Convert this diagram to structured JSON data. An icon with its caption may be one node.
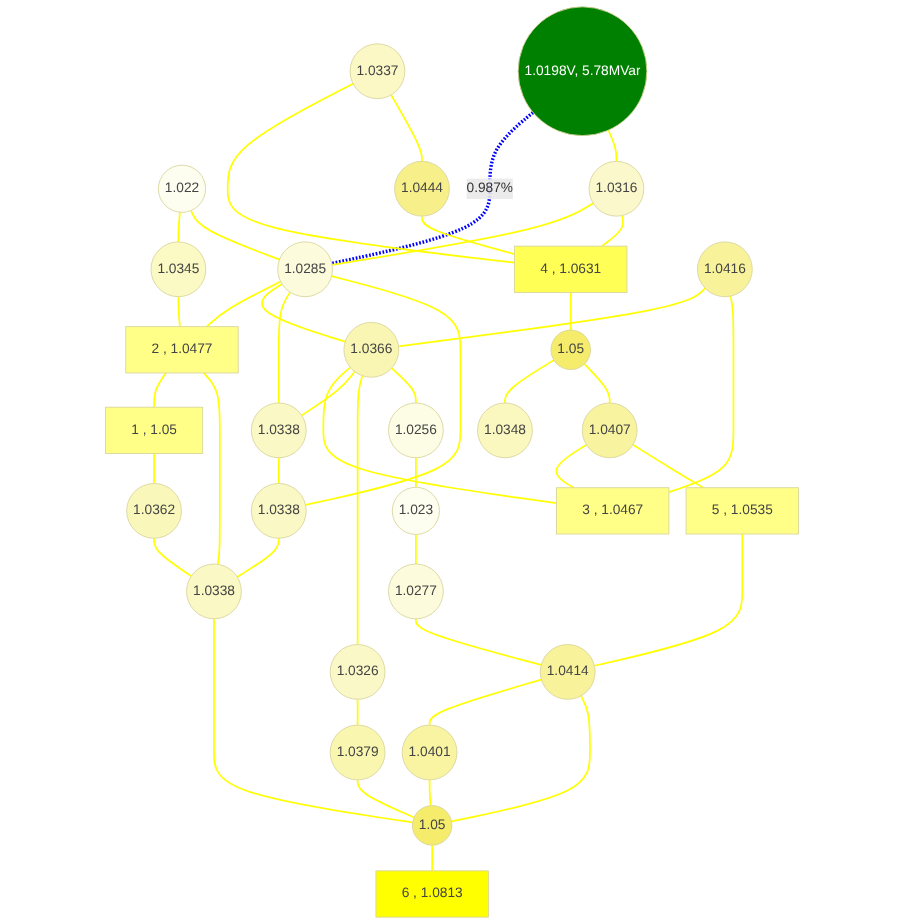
{
  "diagram": {
    "nodes": [
      {
        "text": [
          "1.022"
        ]
      },
      {
        "text": [
          "1.0345"
        ]
      },
      {
        "text": [
          "2 , 1.0477"
        ]
      },
      {
        "text": [
          "1.0198V, 5.78MVar"
        ]
      },
      {
        "text": [
          "1.0285"
        ]
      },
      {
        "text": [
          "1 , 1.05"
        ]
      },
      {
        "text": [
          "1.0316"
        ]
      },
      {
        "text": [
          "1.0362"
        ]
      },
      {
        "text": [
          "1.0337"
        ]
      },
      {
        "text": [
          "4 , 1.0631"
        ]
      },
      {
        "text": [
          "1.0416"
        ]
      },
      {
        "text": [
          "1.0366"
        ]
      },
      {
        "text": [
          "1.0338"
        ]
      },
      {
        "text": [
          "1.0338"
        ]
      },
      {
        "text": [
          "1.0444"
        ]
      },
      {
        "text": [
          "1.0338"
        ]
      },
      {
        "text": [
          "1.05"
        ]
      },
      {
        "text": [
          "1.0326"
        ]
      },
      {
        "text": [
          "3 , 1.0467"
        ]
      },
      {
        "text": [
          "1.0256"
        ]
      },
      {
        "text": [
          "1.0348"
        ]
      },
      {
        "text": [
          "1.0407"
        ]
      },
      {
        "text": [
          "1.0379"
        ]
      },
      {
        "text": [
          "1.023"
        ]
      },
      {
        "text": [
          "1.0277"
        ]
      },
      {
        "text": [
          "1.0401"
        ]
      },
      {
        "text": [
          "6 , 1.0813"
        ]
      },
      {
        "text": [
          "5 , 1.0535"
        ]
      },
      {
        "text": [
          "1.0414"
        ]
      },
      {
        "text": [
          "1.05"
        ]
      }
    ],
    "edges": [
      {
        "from": 0,
        "to": 1,
        "arrow": "none"
      },
      {
        "from": 1,
        "to": 2,
        "arrow": "none"
      },
      {
        "from": 0,
        "to": 4,
        "arrow": "none"
      },
      {
        "from": 3,
        "to": 4,
        "arrow": "none",
        "label": "0.987%",
        "style": "dashed",
        "color": "#0000ff"
      },
      {
        "from": 4,
        "to": 2,
        "arrow": "none"
      },
      {
        "from": 2,
        "to": 5,
        "arrow": "none"
      },
      {
        "from": 5,
        "to": 7,
        "arrow": "none"
      },
      {
        "from": 2,
        "to": 15,
        "arrow": "none"
      },
      {
        "from": 3,
        "to": 6,
        "arrow": "none"
      },
      {
        "from": 6,
        "to": 4,
        "arrow": "none"
      },
      {
        "from": 4,
        "to": 11,
        "arrow": "none"
      },
      {
        "from": 4,
        "to": 12,
        "arrow": "none"
      },
      {
        "from": 4,
        "to": 13,
        "arrow": "none"
      },
      {
        "from": 7,
        "to": 15,
        "arrow": "none"
      },
      {
        "from": 6,
        "to": 9,
        "arrow": "none"
      },
      {
        "from": 8,
        "to": 9,
        "arrow": "none"
      },
      {
        "from": 8,
        "to": 14,
        "arrow": "none"
      },
      {
        "from": 14,
        "to": 9,
        "arrow": "none"
      },
      {
        "from": 9,
        "to": 16,
        "arrow": "none"
      },
      {
        "from": 10,
        "to": 11,
        "arrow": "none"
      },
      {
        "from": 10,
        "to": 18,
        "arrow": "none"
      },
      {
        "from": 11,
        "to": 18,
        "arrow": "none"
      },
      {
        "from": 11,
        "to": 12,
        "arrow": "none"
      },
      {
        "from": 12,
        "to": 13,
        "arrow": "none"
      },
      {
        "from": 13,
        "to": 15,
        "arrow": "none"
      },
      {
        "from": 11,
        "to": 17,
        "arrow": "none"
      },
      {
        "from": 11,
        "to": 19,
        "arrow": "none"
      },
      {
        "from": 17,
        "to": 22,
        "arrow": "none"
      },
      {
        "from": 16,
        "to": 20,
        "arrow": "none"
      },
      {
        "from": 16,
        "to": 21,
        "arrow": "none"
      },
      {
        "from": 21,
        "to": 18,
        "arrow": "none"
      },
      {
        "from": 21,
        "to": 27,
        "arrow": "none"
      },
      {
        "from": 19,
        "to": 23,
        "arrow": "none"
      },
      {
        "from": 23,
        "to": 24,
        "arrow": "none"
      },
      {
        "from": 24,
        "to": 28,
        "arrow": "none"
      },
      {
        "from": 27,
        "to": 28,
        "arrow": "none"
      },
      {
        "from": 28,
        "to": 25,
        "arrow": "none"
      },
      {
        "from": 28,
        "to": 29,
        "arrow": "none"
      },
      {
        "from": 25,
        "to": 29,
        "arrow": "none"
      },
      {
        "from": 22,
        "to": 29,
        "arrow": "none"
      },
      {
        "from": 15,
        "to": 29,
        "arrow": "none"
      },
      {
        "from": 29,
        "to": 26,
        "arrow": "none"
      }
    ]
  }
}
